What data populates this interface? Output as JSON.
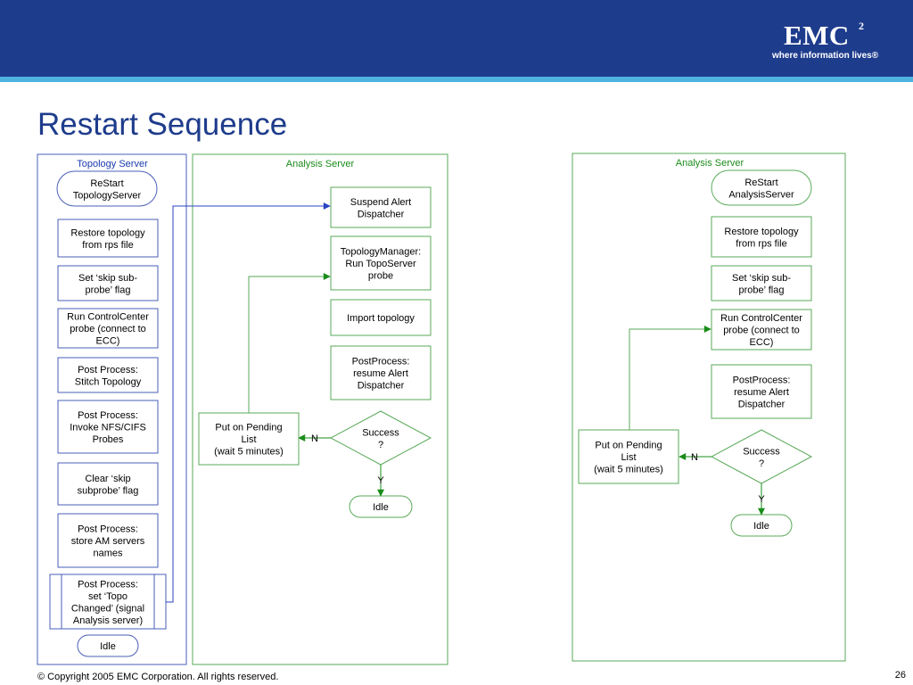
{
  "header": {
    "brand_name": "EMC",
    "brand_superscript": "2",
    "brand_tagline": "where information lives",
    "brand_trademark": "®",
    "colors": {
      "bar": "#1e3c8c",
      "stripe": "#4fb3e0"
    }
  },
  "title": "Restart Sequence",
  "footer": {
    "copyright": "© Copyright 2005 EMC Corporation. All rights reserved.",
    "page_number": "26"
  },
  "lanes": {
    "topology": {
      "title": "Topology Server",
      "start": [
        "ReStart",
        "TopologyServer"
      ],
      "steps": [
        [
          "Restore topology",
          "from rps file"
        ],
        [
          "Set ‘skip sub-",
          "probe’ flag"
        ],
        [
          "Run ControlCenter",
          "probe (connect to",
          "ECC)"
        ],
        [
          "Post Process:",
          "Stitch Topology"
        ],
        [
          "Post Process:",
          "Invoke NFS/CIFS",
          "Probes"
        ],
        [
          "Clear ‘skip",
          "subprobe’ flag"
        ],
        [
          "Post Process:",
          "store AM servers",
          "names"
        ],
        [
          "Post Process:",
          "set ‘Topo",
          "Changed’ (signal",
          "Analysis server)"
        ]
      ],
      "end": "Idle"
    },
    "analysis_left": {
      "title": "Analysis Server",
      "steps": [
        [
          "Suspend Alert",
          "Dispatcher"
        ],
        [
          "TopologyManager:",
          "Run TopoServer",
          "probe"
        ],
        [
          "Import topology"
        ],
        [
          "PostProcess:",
          "resume Alert",
          "Dispatcher"
        ]
      ],
      "decision": [
        "Success",
        "?"
      ],
      "pending": [
        "Put on Pending",
        "List",
        "(wait 5 minutes)"
      ],
      "no_label": "N",
      "yes_label": "Y",
      "end": "Idle"
    },
    "analysis_right": {
      "title": "Analysis Server",
      "start": [
        "ReStart",
        "AnalysisServer"
      ],
      "steps": [
        [
          "Restore topology",
          "from rps file"
        ],
        [
          "Set ‘skip sub-",
          "probe’ flag"
        ],
        [
          "Run ControlCenter",
          "probe (connect to",
          "ECC)"
        ],
        [
          "PostProcess:",
          "resume Alert",
          "Dispatcher"
        ]
      ],
      "decision": [
        "Success",
        "?"
      ],
      "pending": [
        "Put on Pending",
        "List",
        "(wait 5 minutes)"
      ],
      "no_label": "N",
      "yes_label": "Y",
      "end": "Idle"
    }
  },
  "colors": {
    "topology_lane": "#4a5fb8",
    "analysis_lane": "#5aaa5a",
    "blue_arrow": "#2a44c0",
    "green_arrow": "#1a8c1a"
  }
}
